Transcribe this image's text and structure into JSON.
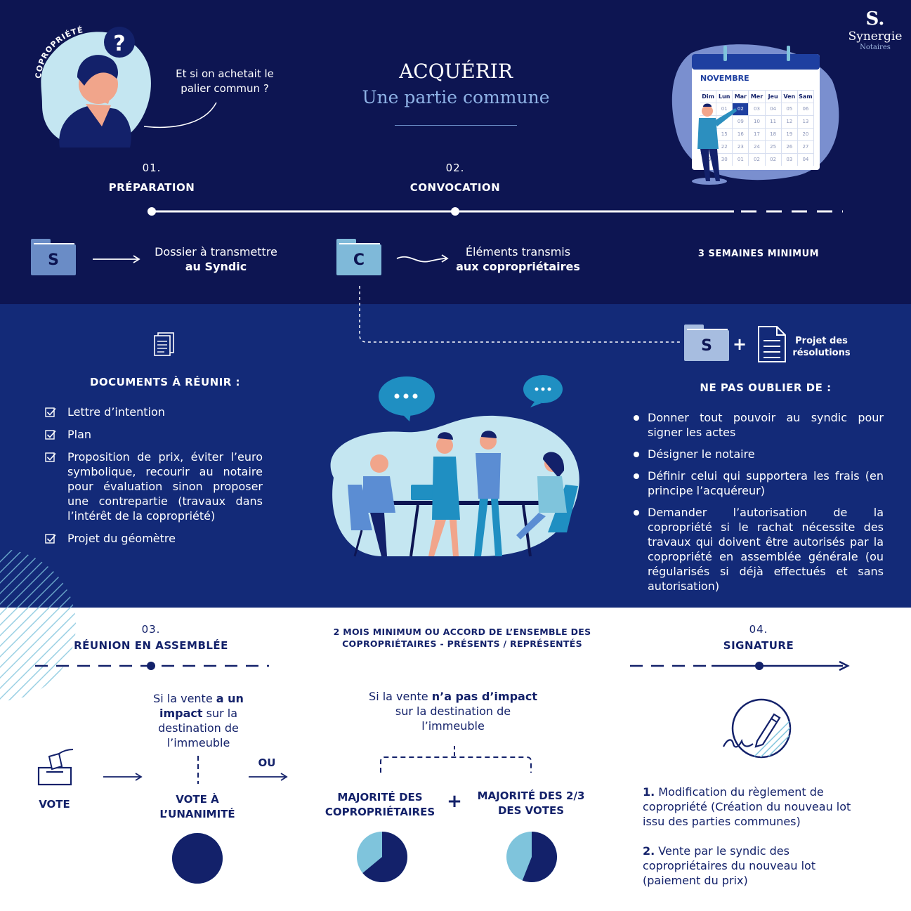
{
  "brand": {
    "letter": "S.",
    "name": "Synergie",
    "sub": "Notaires"
  },
  "header": {
    "title": "ACQUÉRIR",
    "subtitle": "Une partie commune"
  },
  "character": {
    "arc_text": "COPROPRIÉTÉ",
    "question": "?",
    "speech": "Et si on achetait le\npalier commun ?"
  },
  "calendar": {
    "month": "NOVEMBRE",
    "days": [
      "Dim",
      "Lun",
      "Mar",
      "Mer",
      "Jeu",
      "Ven",
      "Sam"
    ],
    "weeks": [
      [
        "",
        "01",
        "02",
        "03",
        "04",
        "05",
        "06"
      ],
      [
        "",
        "",
        "09",
        "10",
        "11",
        "12",
        "13"
      ],
      [
        "",
        "15",
        "16",
        "17",
        "18",
        "19",
        "20"
      ],
      [
        "",
        "22",
        "23",
        "24",
        "25",
        "26",
        "27"
      ],
      [
        "29",
        "30",
        "01",
        "02",
        "02",
        "03",
        "04"
      ]
    ],
    "highlight": "02"
  },
  "steps": {
    "s1": {
      "num": "01.",
      "label": "PRÉPARATION"
    },
    "s2": {
      "num": "02.",
      "label": "CONVOCATION"
    },
    "s3": {
      "num": "03.",
      "label": "RÉUNION EN ASSEMBLÉE"
    },
    "s4": {
      "num": "04.",
      "label": "SIGNATURE"
    }
  },
  "row1": {
    "folder_s": "S",
    "folder_c": "C",
    "dossier_line1": "Dossier à transmettre",
    "dossier_line2": "au Syndic",
    "elements_line1": "Éléments transmis",
    "elements_line2": "aux copropriétaires",
    "delay": "3 SEMAINES MINIMUM"
  },
  "documents": {
    "title": "DOCUMENTS À RÉUNIR :",
    "items": [
      "Lettre d’intention",
      "Plan",
      "Proposition de prix, éviter l’euro symbolique, recourir au notaire pour évaluation sinon proposer une contrepartie (travaux dans l’intérêt de la copropriété)",
      "Projet du géomètre"
    ]
  },
  "resolutions": {
    "folder": "S",
    "plus": "+",
    "label": "Projet des\nrésolutions"
  },
  "reminders": {
    "title": "NE PAS OUBLIER DE :",
    "items": [
      "Donner tout pouvoir au syndic pour signer les actes",
      "Désigner le notaire",
      "Définir celui qui supportera les frais (en principe l’acquéreur)",
      "Demander l’autorisation de la copropriété si le rachat nécessite des travaux qui doivent être autorisés par la copropriété en assemblée générale (ou régularisés si déjà effectués et sans autorisation)"
    ]
  },
  "assembly": {
    "delay": "2 MOIS MINIMUM OU ACCORD DE L’ENSEMBLE DES\nCOPROPRIÉTAIRES - PRÉSENTS / REPRÉSENTÉS",
    "vote": "VOTE",
    "ou": "OU",
    "impact_pre": "Si la vente ",
    "impact_bold": "a un impact",
    "impact_post": " sur la destination de l’immeuble",
    "noimpact_pre": "Si la vente ",
    "noimpact_bold": "n’a pas d’impact",
    "noimpact_post": "sur la destination de\nl’immeuble",
    "unanimity": "VOTE À\nL’UNANIMITÉ",
    "majority": "MAJORITÉ DES\nCOPROPRIÉTAIRES",
    "plus": "+",
    "two_thirds": "MAJORITÉ DES 2/3\nDES VOTES"
  },
  "pies": {
    "unanimity": 1.0,
    "majority": 0.64,
    "two_thirds": 0.56
  },
  "signature": {
    "item1_num": "1.",
    "item1_text": " Modification du règlement de copropriété (Création du nouveau lot issu des parties communes)",
    "item2_num": "2.",
    "item2_text": " Vente par le syndic des copropriétaires du nouveau lot (paiement du prix)"
  },
  "colors": {
    "navy": "#0d1552",
    "blue": "#132a78",
    "light": "#7fc4dc",
    "mid": "#6a8cc6",
    "dark": "#13216a"
  }
}
